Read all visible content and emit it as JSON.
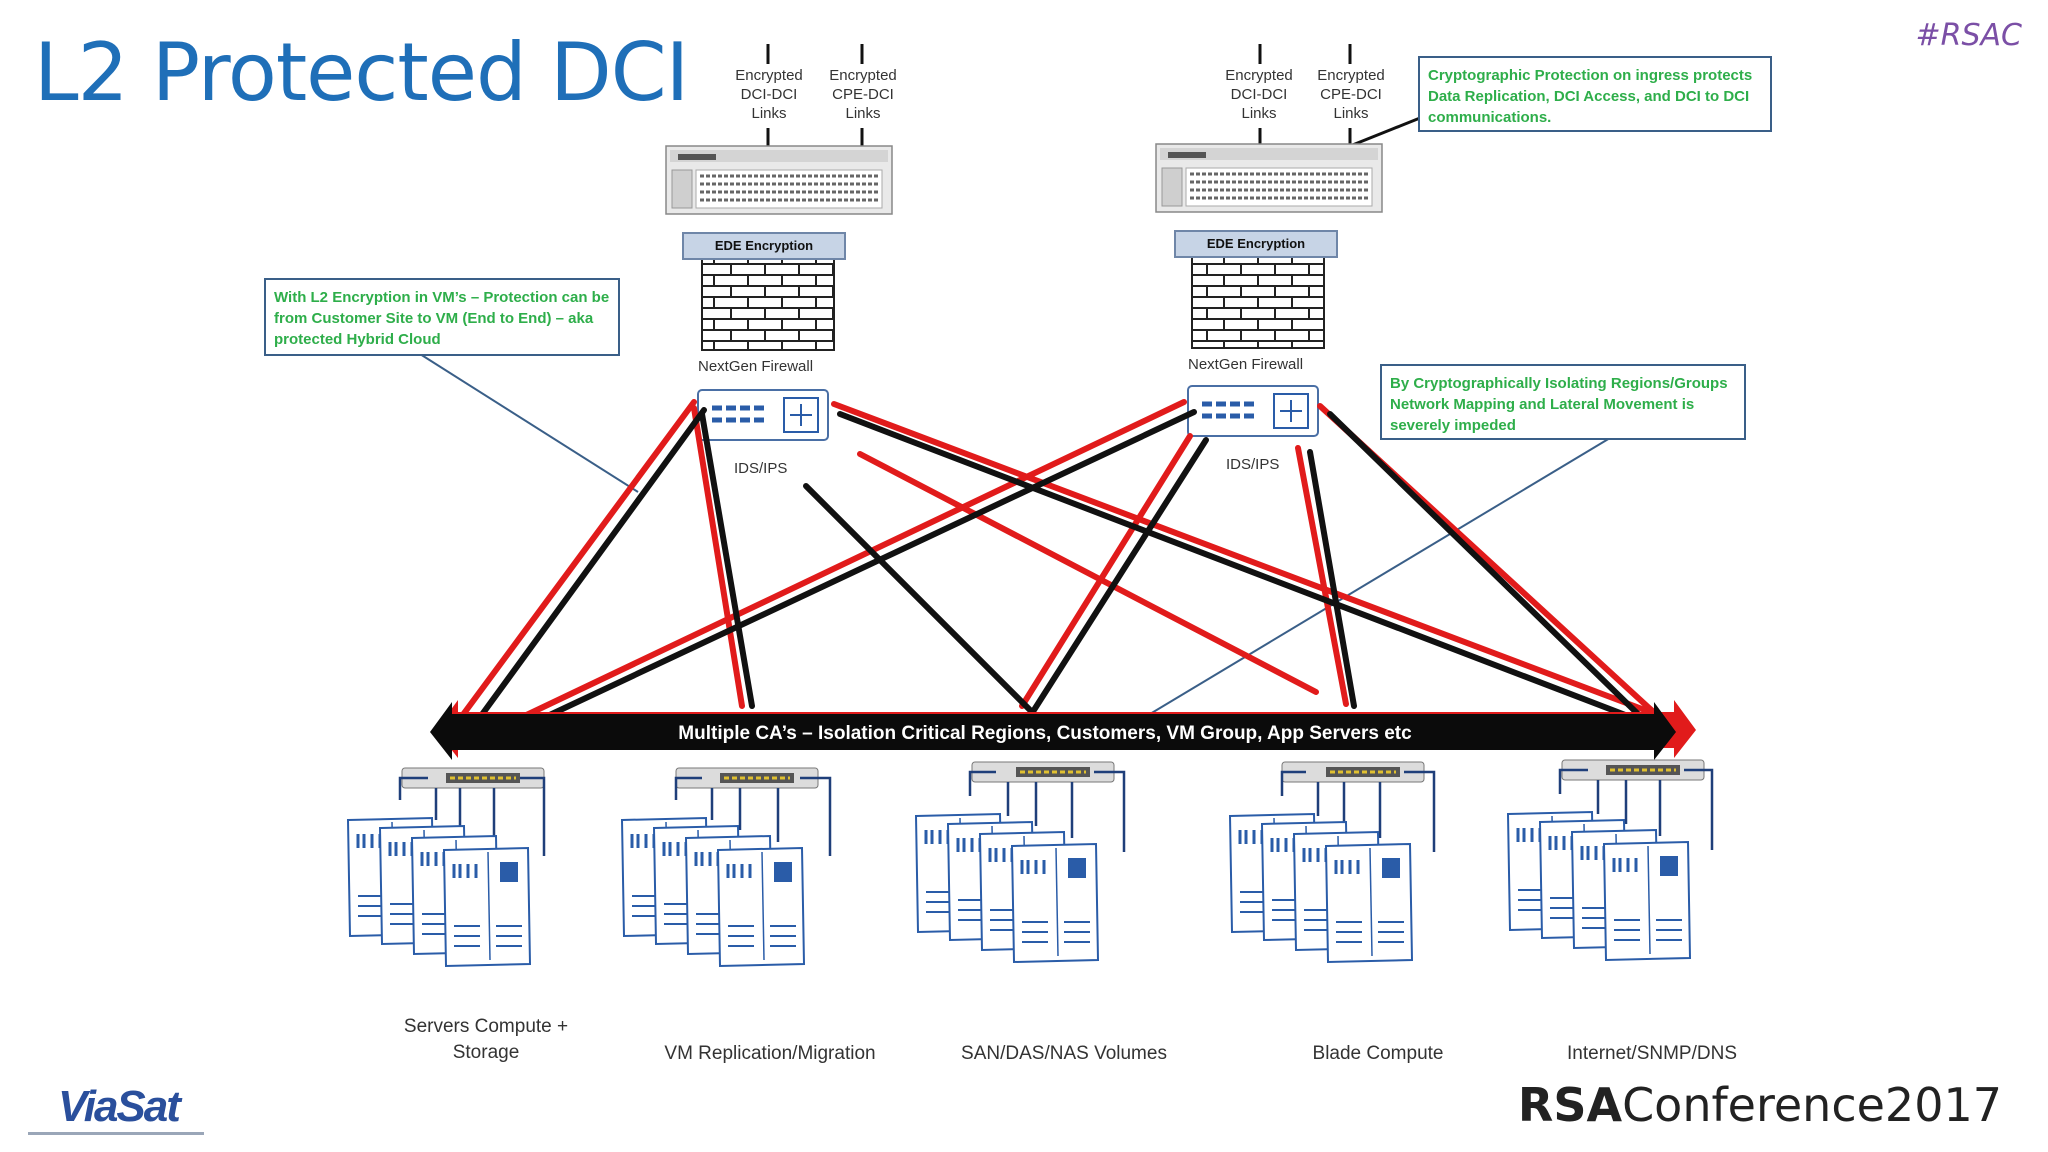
{
  "slide": {
    "title": "L2 Protected DCI",
    "hashtag": "#RSAC"
  },
  "top_links": {
    "left": [
      "Encrypted\nDCI-DCI\nLinks",
      "Encrypted\nCPE-DCI\nLinks"
    ],
    "right": [
      "Encrypted\nDCI-DCI\nLinks",
      "Encrypted\nCPE-DCI\nLinks"
    ]
  },
  "security_stack": {
    "encryption_label": "EDE Encryption",
    "firewall_label": "NextGen Firewall",
    "ids_label": "IDS/IPS"
  },
  "callouts": {
    "crypto_ingress": "Cryptographic Protection on ingress protects Data Replication, DCI Access, and DCI to DCI communications.",
    "l2_vm": "With L2 Encryption in VM’s – Protection can be from Customer Site to VM (End to End) – aka protected Hybrid Cloud",
    "isolation": "By Cryptographically Isolating Regions/Groups Network Mapping and Lateral Movement is severely impeded"
  },
  "bus_label": "Multiple CA’s – Isolation Critical Regions, Customers, VM Group, App Servers etc",
  "server_groups": [
    "Servers Compute +\nStorage",
    "VM Replication/Migration",
    "SAN/DAS/NAS Volumes",
    "Blade Compute",
    "Internet/SNMP/DNS"
  ],
  "footer": {
    "vendor_logo": "ViaSat",
    "conference_brand": "RSA",
    "conference_name": "Conference2017"
  },
  "colors": {
    "title": "#1f6fb8",
    "hashtag": "#7b4fa6",
    "callout_text": "#2eae4a",
    "encrypted_link": "#e11b1b",
    "plain_link": "#111111",
    "server_blue": "#2a5ca8"
  }
}
